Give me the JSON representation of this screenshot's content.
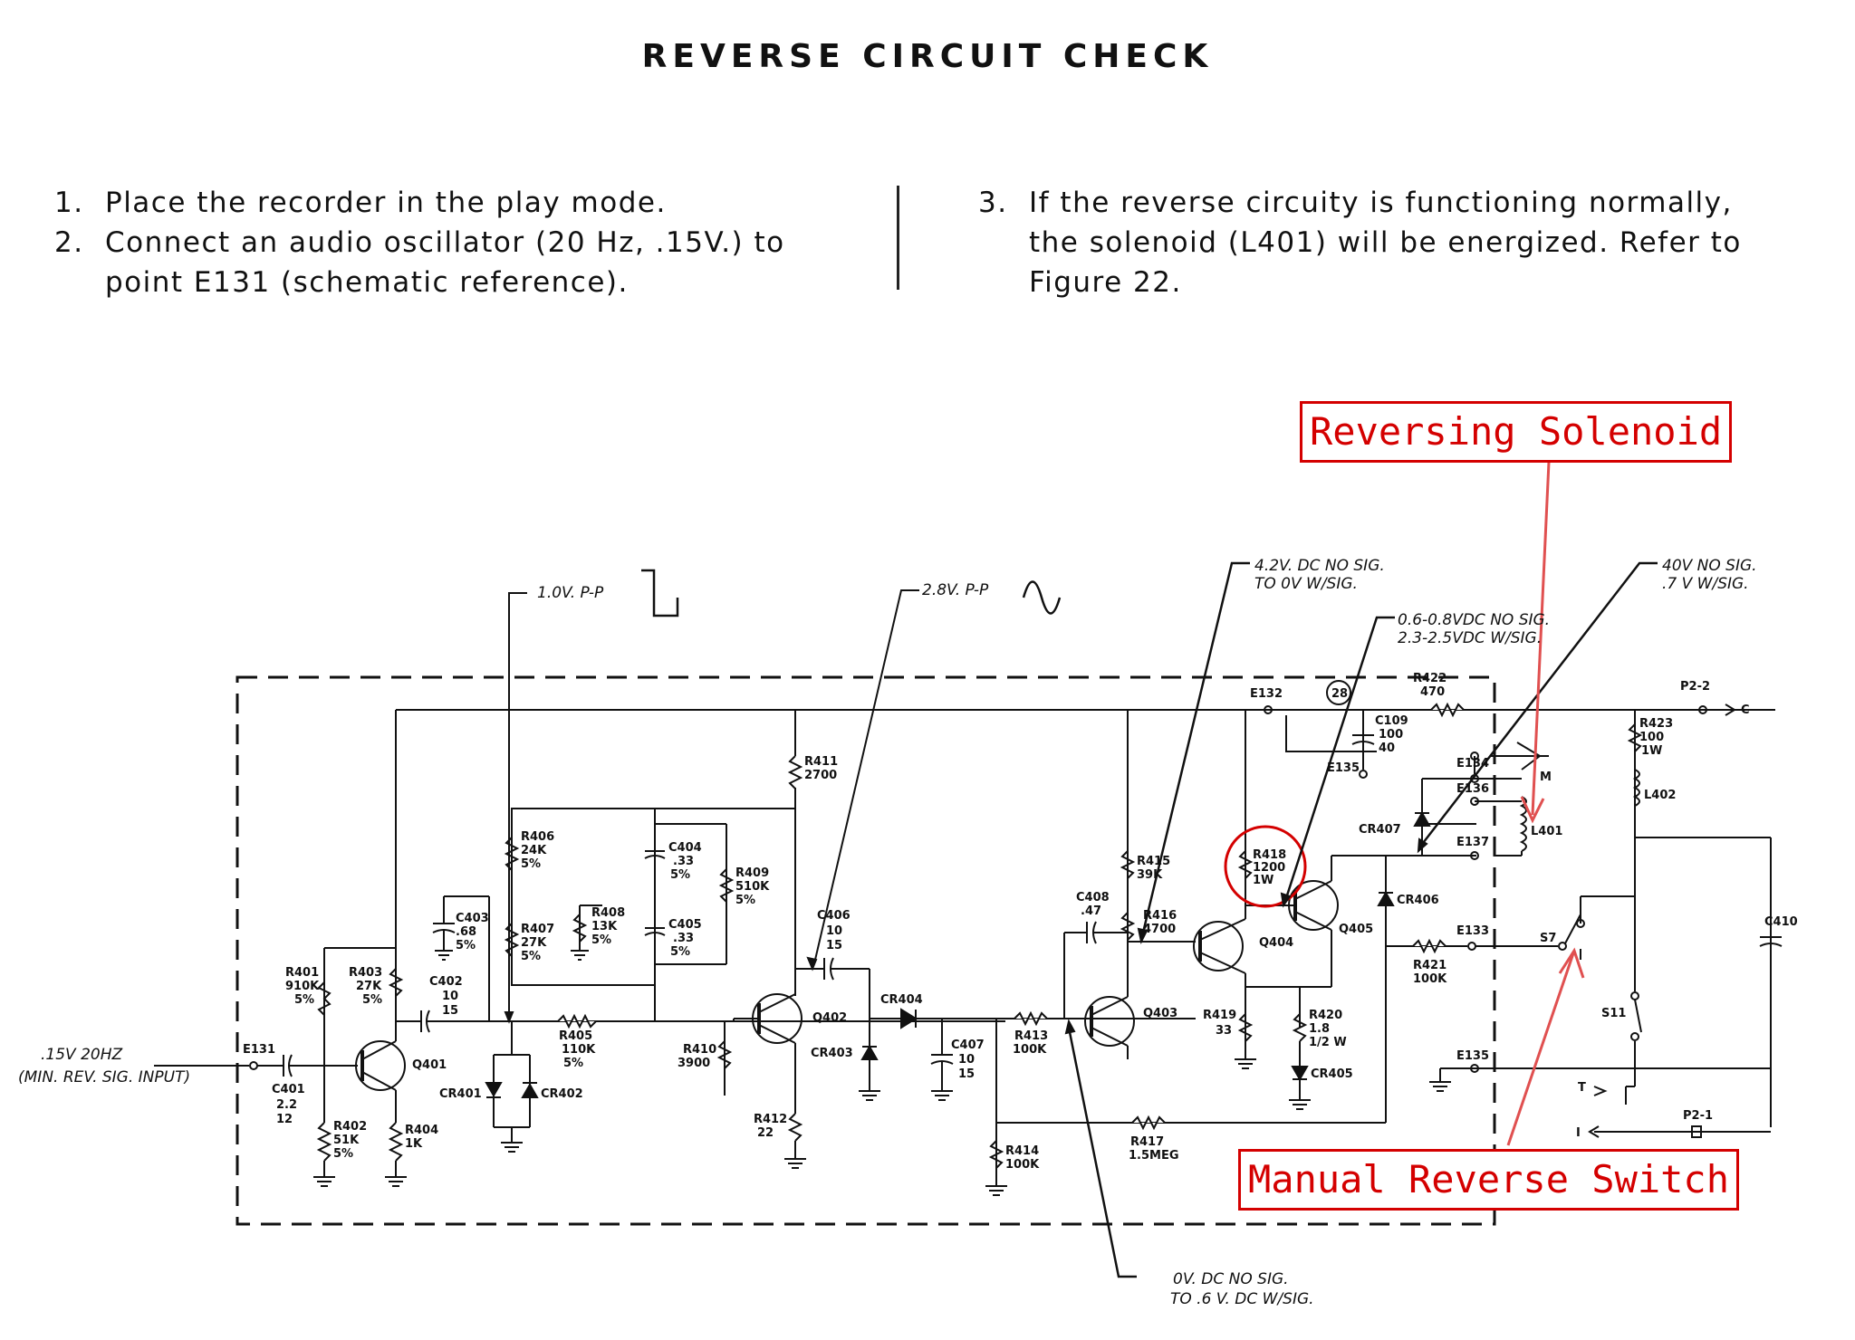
{
  "title": "REVERSE CIRCUIT CHECK",
  "steps_left": [
    {
      "num": "1.",
      "lines": [
        "Place the recorder in the play mode."
      ]
    },
    {
      "num": "2.",
      "lines": [
        "Connect an audio oscillator (20 Hz, .15V.) to",
        "point E131 (schematic reference)."
      ]
    }
  ],
  "steps_right": [
    {
      "num": "3.",
      "lines": [
        "If the reverse circuity is functioning normally,",
        "the solenoid (L401) will be energized. Refer to",
        "Figure 22."
      ]
    }
  ],
  "callouts": {
    "solenoid": "Reversing Solenoid",
    "switch": "Manual Reverse Switch",
    "color": "#d40000"
  },
  "notes": {
    "pp1": "1.0V. P-P",
    "pp2": "2.8V. P-P",
    "q404_1": "4.2V. DC NO SIG.",
    "q404_2": "TO 0V W/SIG.",
    "q405_1": "0.6-0.8VDC NO SIG.",
    "q405_2": "2.3-2.5VDC W/SIG.",
    "l402_1": "40V NO SIG.",
    "l402_2": ".7 V W/SIG.",
    "q403_1": "0V. DC NO SIG.",
    "q403_2": "TO .6 V. DC W/SIG.",
    "input_1": ".15V  20HZ",
    "input_2": "(MIN. REV. SIG. INPUT)"
  },
  "components": {
    "E131": "E131",
    "E132": "E132",
    "E133": "E133",
    "E134": "E134",
    "E135a": "E135",
    "E135b": "E135",
    "E136": "E136",
    "E137": "E137",
    "C401": "C401",
    "C401v1": "2.2",
    "C401v2": "12",
    "C402": "C402",
    "C402v1": "10",
    "C402v2": "15",
    "C403": "C403",
    "C403v1": ".68",
    "C403v2": "5%",
    "C404": "C404",
    "C404v1": ".33",
    "C404v2": "5%",
    "C405": "C405",
    "C405v1": ".33",
    "C405v2": "5%",
    "C406": "C406",
    "C406v1": "10",
    "C406v2": "15",
    "C407": "C407",
    "C407v1": "10",
    "C407v2": "15",
    "C408": "C408",
    "C408v1": ".47",
    "C109": "C109",
    "C109v1": "100",
    "C109v2": "40",
    "C410": "C410",
    "R401": "R401",
    "R401v1": "910K",
    "R401v2": "5%",
    "R402": "R402",
    "R402v1": "51K",
    "R402v2": "5%",
    "R403": "R403",
    "R403v1": "27K",
    "R403v2": "5%",
    "R404": "R404",
    "R404v1": "1K",
    "R405": "R405",
    "R405v1": "110K",
    "R405v2": "5%",
    "R406": "R406",
    "R406v1": "24K",
    "R406v2": "5%",
    "R407": "R407",
    "R407v1": "27K",
    "R407v2": "5%",
    "R408": "R408",
    "R408v1": "13K",
    "R408v2": "5%",
    "R409": "R409",
    "R409v1": "510K",
    "R409v2": "5%",
    "R410": "R410",
    "R410v1": "3900",
    "R411": "R411",
    "R411v1": "2700",
    "R412": "R412",
    "R412v1": "22",
    "R413": "R413",
    "R413v1": "100K",
    "R414": "R414",
    "R414v1": "100K",
    "R415": "R415",
    "R415v1": "39K",
    "R416": "R416",
    "R416v1": "4700",
    "R417": "R417",
    "R417v1": "1.5MEG",
    "R418": "R418",
    "R418v1": "1200",
    "R418v2": "1W",
    "R419": "R419",
    "R419v1": "33",
    "R420": "R420",
    "R420v1": "1.8",
    "R420v2": "1/2 W",
    "R421": "R421",
    "R421v1": "100K",
    "R422": "R422",
    "R422v1": "470",
    "R423": "R423",
    "R423v1": "100",
    "R423v2": "1W",
    "Q401": "Q401",
    "Q402": "Q402",
    "Q403": "Q403",
    "Q404": "Q404",
    "Q405": "Q405",
    "CR401": "CR401",
    "CR402": "CR402",
    "CR403": "CR403",
    "CR404": "CR404",
    "CR405": "CR405",
    "CR406": "CR406",
    "CR407": "CR407",
    "L401": "L401",
    "L402": "L402",
    "S7": "S7",
    "S11": "S11",
    "P2_2": "P2-2",
    "P2_1": "P2-1",
    "node28": "28",
    "termC": "C",
    "termM": "M",
    "termT": "T",
    "termI": "I"
  }
}
